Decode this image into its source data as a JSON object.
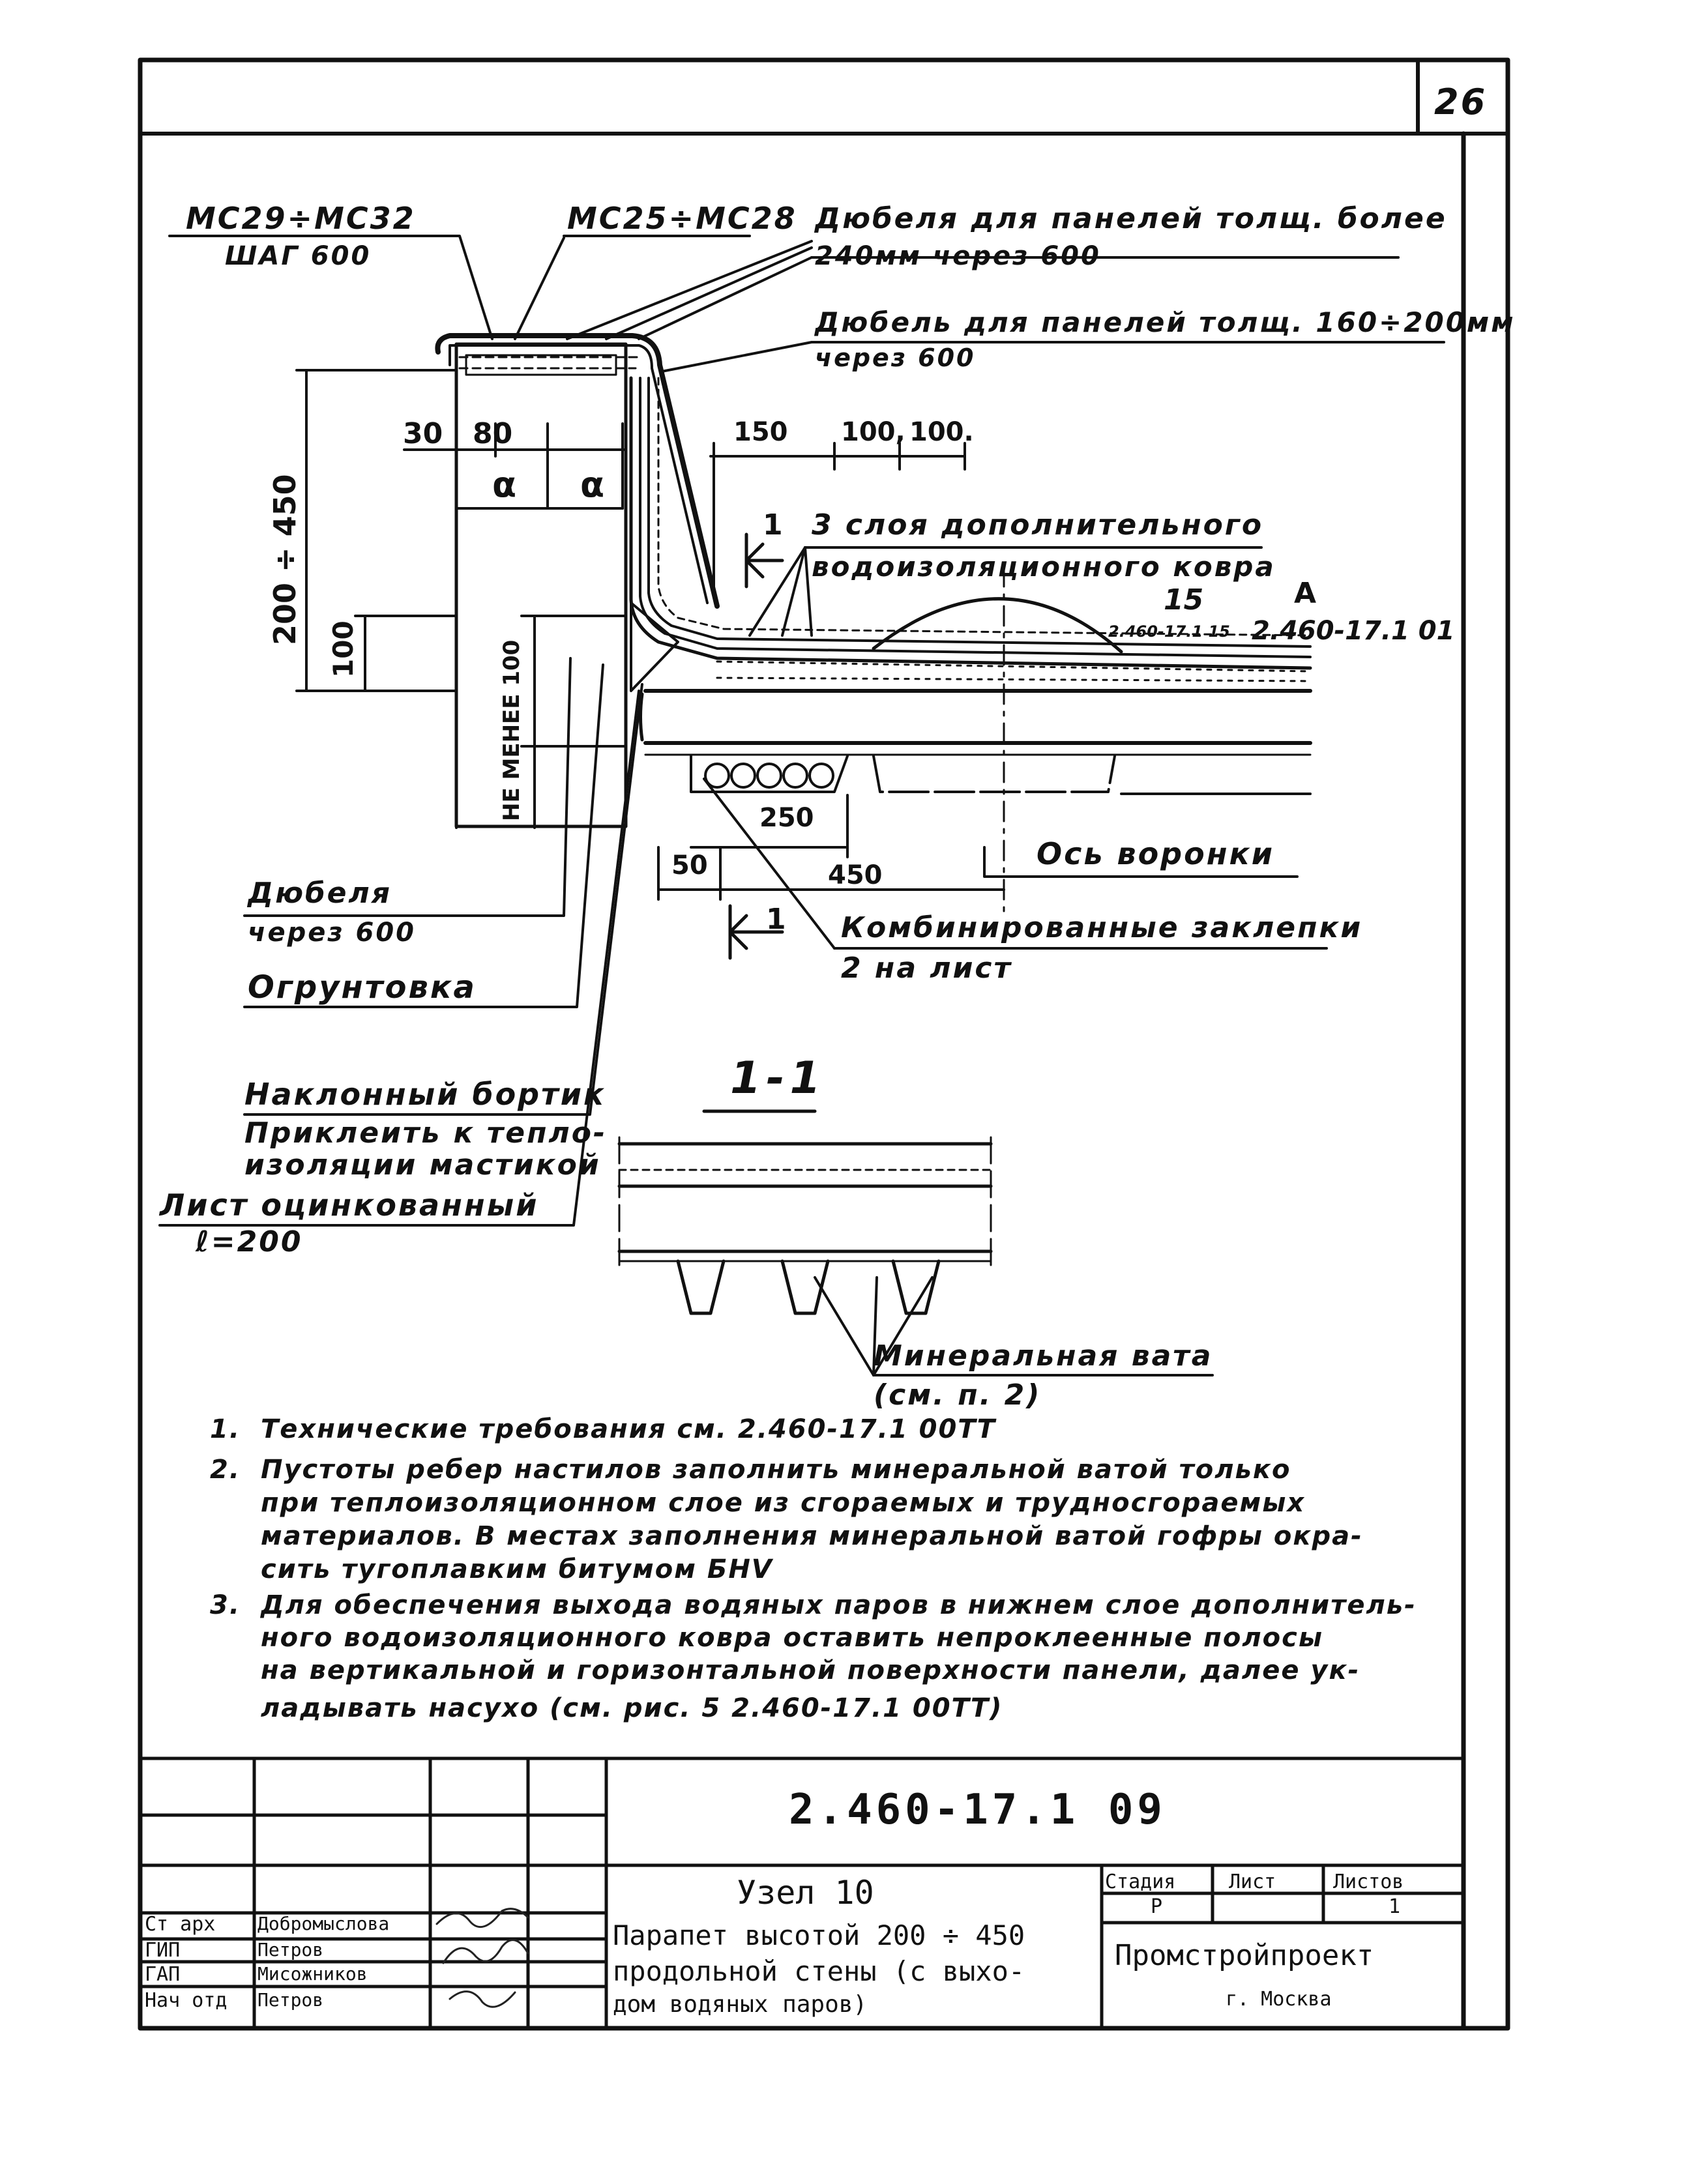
{
  "sheet_number": "26",
  "callouts": {
    "mc29": "МС29÷МС32",
    "step600": "ШАГ 600",
    "mc25": "МС25÷МС28",
    "dowels_thick_1": "Дюбеля для панелей толщ. более",
    "dowels_thick_2": "240мм через 600",
    "dowel_thin_1": "Дюбель для панелей толщ. 160÷200мм",
    "dowel_thin_2": "через 600",
    "extra_layers_1": "3 слоя дополнительного",
    "extra_layers_2": "водоизоляционного ковра",
    "dowels_600_1": "Дюбеля",
    "dowels_600_2": "через 600",
    "primer": "Огрунтовка",
    "funnel_axis": "Ось воронки",
    "rivets_1": "Комбинированные заклепки",
    "rivets_2": "2 на лист",
    "bortik_1": "Наклонный бортик",
    "bortik_2": "Приклеить к тепло-",
    "bortik_3": "изоляции мастикой",
    "sheet_1": "Лист оцинкованный",
    "sheet_2": "ℓ=200",
    "mineral_1": "Минеральная вата",
    "mineral_2": "(см. п. 2)",
    "section_label": "1-1",
    "section_mark": "1",
    "ref_15": "15",
    "ref_a": "А",
    "ref_small": "2.460-17.1 15",
    "ref_doc": "2.460-17.1 01"
  },
  "dimensions": {
    "d30": "30",
    "d80": "80",
    "alpha": "α",
    "d200_450": "200 ÷ 450",
    "d100": "100",
    "not_less_100": "НЕ МЕНЕЕ 100",
    "d150": "150",
    "d100a": "100,",
    "d100b": "100.",
    "d250": "250",
    "d50": "50",
    "d450": "450"
  },
  "notes": [
    {
      "num": "1.",
      "lines": [
        "Технические требования см. 2.460-17.1 00ТТ"
      ]
    },
    {
      "num": "2.",
      "lines": [
        "Пустоты ребер настилов заполнить минеральной ватой только",
        "при теплоизоляционном слое из сгораемых и трудносгораемых",
        "материалов. В местах заполнения минеральной ватой гофры окра-",
        "сить тугоплавким битумом БНV"
      ]
    },
    {
      "num": "3.",
      "lines": [
        "Для обеспечения выхода водяных паров в нижнем слое дополнитель-",
        "ного водоизоляционного ковра оставить непроклеенные полосы",
        "на вертикальной и горизонтальной поверхности панели, далее ук-",
        "ладывать насухо (см. рис. 5 2.460-17.1 00ТТ)"
      ]
    }
  ],
  "title_block": {
    "doc_code": "2.460-17.1 09",
    "node": "Узел 10",
    "desc_1": "Парапет высотой 200 ÷ 450",
    "desc_2": "продольной стены (с выхо-",
    "desc_3": "дом водяных паров)",
    "stage_h": "Стадия",
    "sheet_h": "Лист",
    "sheets_h": "Листов",
    "stage_v": "Р",
    "sheets_v": "1",
    "org_1": "Промстройпроект",
    "org_2": "г. Москва",
    "roles": [
      {
        "role": "Ст арх",
        "name": "Добромыслова"
      },
      {
        "role": "ГИП",
        "name": "Петров"
      },
      {
        "role": "ГАП",
        "name": "Мисожников"
      },
      {
        "role": "Нач отд",
        "name": "Петров"
      }
    ]
  }
}
